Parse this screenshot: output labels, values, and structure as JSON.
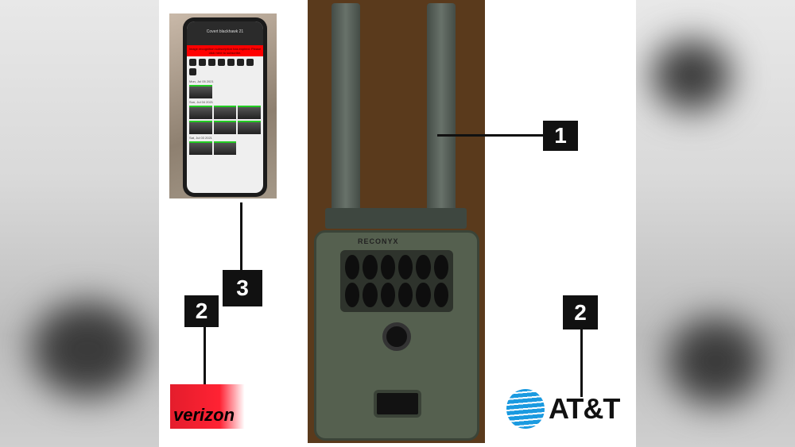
{
  "callouts": {
    "one": "1",
    "two_left": "2",
    "two_right": "2",
    "three": "3"
  },
  "phone_app": {
    "title": "Covert blackhawk 21",
    "banner": "Image recognition subscription has expired. Please click here to subscribe.",
    "dates": [
      "Mon, Jul 05 2021",
      "Sun, Jul 04 2021",
      "Sat, Jul 03 2021"
    ]
  },
  "camera": {
    "brand": "RECONYX"
  },
  "carriers": {
    "left": "verizon",
    "right": "AT&T"
  }
}
